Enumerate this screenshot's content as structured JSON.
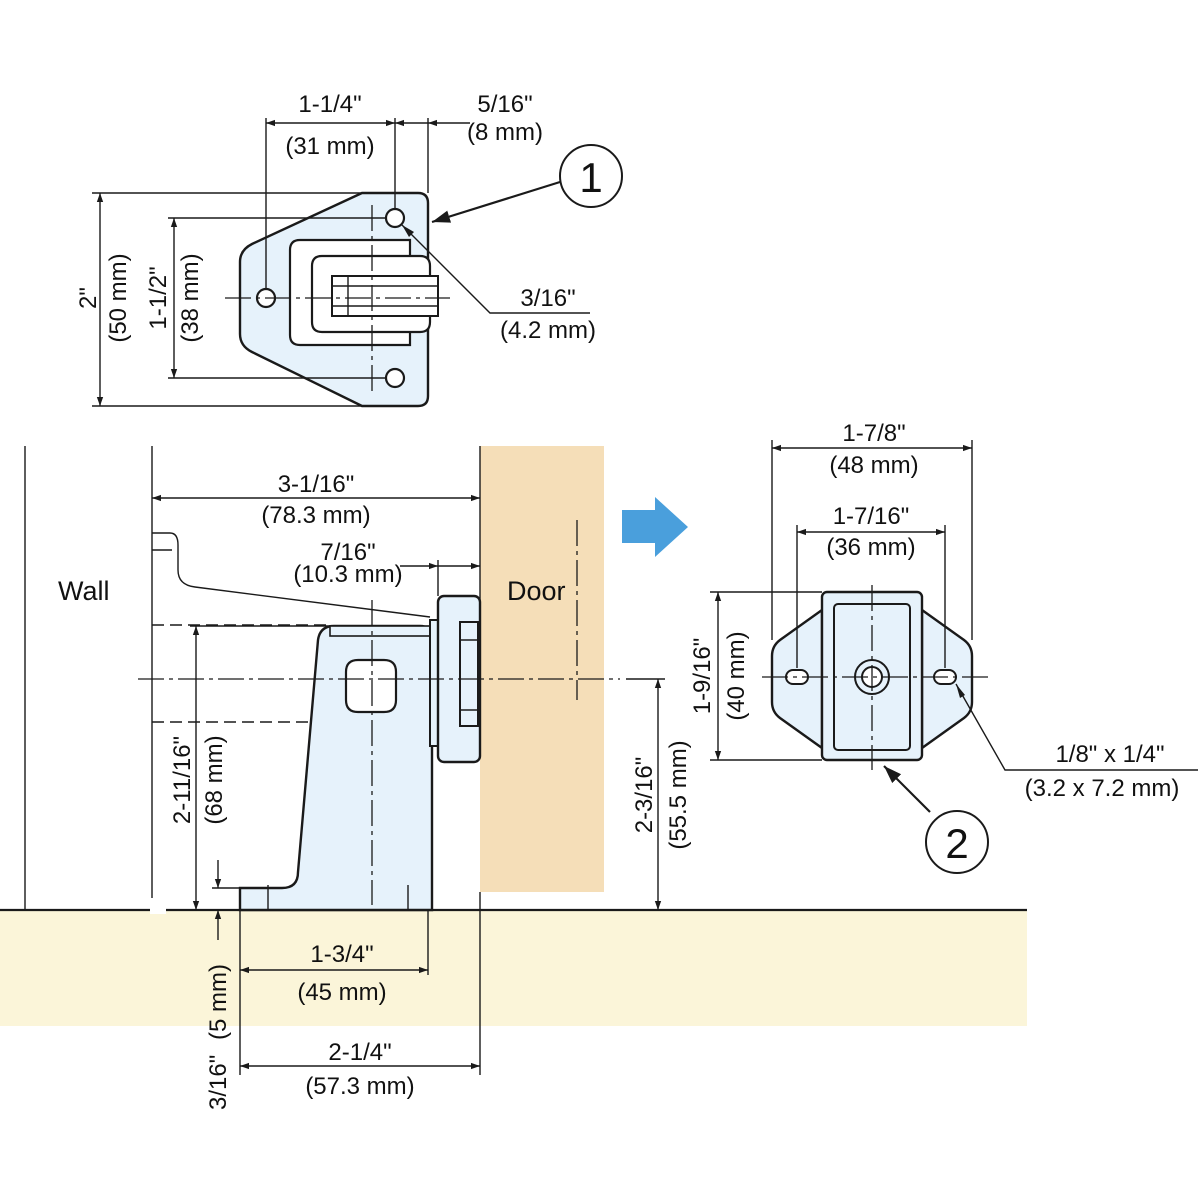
{
  "labels": {
    "wall": "Wall",
    "door": "Door",
    "callout_1": "1",
    "callout_2": "2"
  },
  "top_view": {
    "hole_spacing_in": "1-1/4\"",
    "hole_spacing_mm": "(31 mm)",
    "edge_offset_in": "5/16\"",
    "edge_offset_mm": "(8 mm)",
    "hole_dia_in": "3/16\"",
    "hole_dia_mm": "(4.2 mm)",
    "height_in": "2\"",
    "height_mm": "(50 mm)",
    "hole_vspacing_in": "1-1/2\"",
    "hole_vspacing_mm": "(38 mm)"
  },
  "side_view": {
    "reach_in": "3-1/16\"",
    "reach_mm": "(78.3 mm)",
    "catch_thick_in": "7/16\"",
    "catch_thick_mm": "(10.3 mm)",
    "center_height_in": "2-11/16\"",
    "center_height_mm": "(68 mm)",
    "base_length_in": "1-3/4\"",
    "base_length_mm": "(45 mm)",
    "base_thick_in": "3/16\"",
    "base_thick_mm": "(5 mm)",
    "total_length_in": "2-1/4\"",
    "total_length_mm": "(57.3 mm)",
    "door_center_in": "2-3/16\"",
    "door_center_mm": "(55.5 mm)"
  },
  "catch_view": {
    "width_in": "1-7/8\"",
    "width_mm": "(48 mm)",
    "slot_spacing_in": "1-7/16\"",
    "slot_spacing_mm": "(36 mm)",
    "height_in": "1-9/16\"",
    "height_mm": "(40 mm)",
    "slot_in": "1/8\" x 1/4\"",
    "slot_mm": "(3.2 x 7.2 mm)"
  },
  "colors": {
    "part_fill": "#e6f2fb",
    "door_fill": "#f5deb8",
    "floor_fill": "#fbf5d9",
    "arrow_fill": "#4a9fdc"
  }
}
